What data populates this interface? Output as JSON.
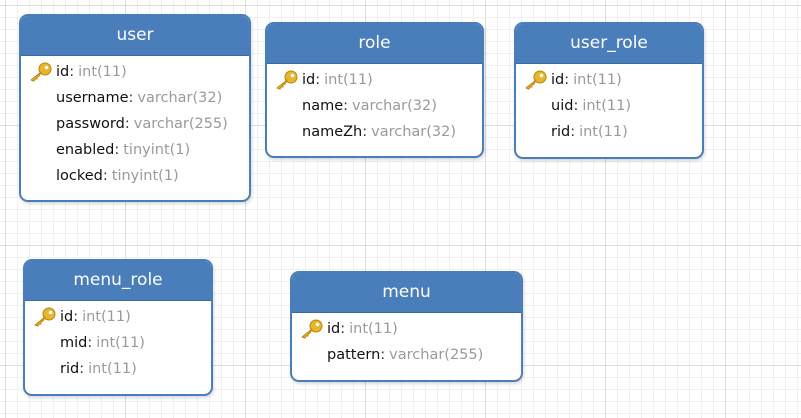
{
  "diagram": {
    "colors": {
      "header": "#4a7ebb",
      "border": "#4a7ebb",
      "type_text": "#9a9a9a",
      "key_icon": "#e8b62c"
    },
    "tables": [
      {
        "name": "user",
        "fields": [
          {
            "name": "id",
            "sep": ":",
            "type": "int(11)",
            "primary_key": true
          },
          {
            "name": "username",
            "sep": ":",
            "type": "varchar(32)",
            "primary_key": false
          },
          {
            "name": "password",
            "sep": ":",
            "type": "varchar(255)",
            "primary_key": false
          },
          {
            "name": "enabled",
            "sep": ":",
            "type": "tinyint(1)",
            "primary_key": false
          },
          {
            "name": "locked",
            "sep": ":",
            "type": "tinyint(1)",
            "primary_key": false
          }
        ]
      },
      {
        "name": "role",
        "fields": [
          {
            "name": "id",
            "sep": ":",
            "type": "int(11)",
            "primary_key": true
          },
          {
            "name": "name",
            "sep": ":",
            "type": "varchar(32)",
            "primary_key": false
          },
          {
            "name": "nameZh",
            "sep": ":",
            "type": "varchar(32)",
            "primary_key": false
          }
        ]
      },
      {
        "name": "user_role",
        "fields": [
          {
            "name": "id",
            "sep": ":",
            "type": "int(11)",
            "primary_key": true
          },
          {
            "name": "uid",
            "sep": ":",
            "type": "int(11)",
            "primary_key": false
          },
          {
            "name": "rid",
            "sep": ":",
            "type": "int(11)",
            "primary_key": false
          }
        ]
      },
      {
        "name": "menu_role",
        "fields": [
          {
            "name": "id",
            "sep": ":",
            "type": "int(11)",
            "primary_key": true
          },
          {
            "name": "mid",
            "sep": ":",
            "type": "int(11)",
            "primary_key": false
          },
          {
            "name": "rid",
            "sep": ":",
            "type": "int(11)",
            "primary_key": false
          }
        ]
      },
      {
        "name": "menu",
        "fields": [
          {
            "name": "id",
            "sep": ":",
            "type": "int(11)",
            "primary_key": true
          },
          {
            "name": "pattern",
            "sep": ":",
            "type": "varchar(255)",
            "primary_key": false
          }
        ]
      }
    ]
  }
}
